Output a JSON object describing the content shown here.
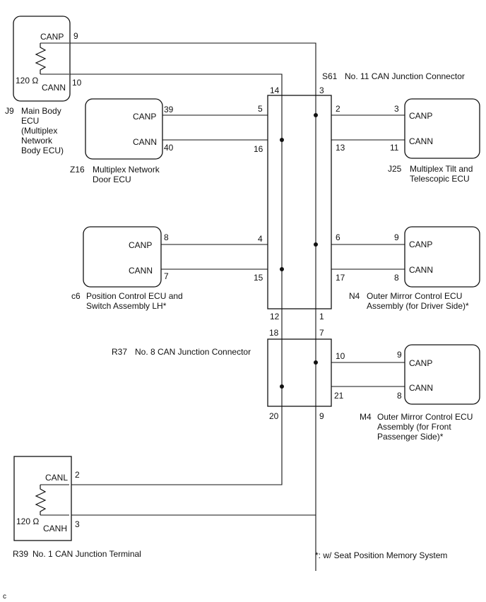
{
  "units": {
    "j9": {
      "code": "J9",
      "name_lines": [
        "Main Body",
        "ECU",
        "(Multiplex",
        "Network",
        "Body ECU)"
      ],
      "pin_labels": [
        "CANP",
        "CANN"
      ],
      "pins": [
        "9",
        "10"
      ],
      "resistance": "120 Ω"
    },
    "z16": {
      "code": "Z16",
      "name_lines": [
        "Multiplex Network",
        "Door ECU"
      ],
      "pin_labels": [
        "CANP",
        "CANN"
      ],
      "pins": [
        "39",
        "40"
      ]
    },
    "c6": {
      "code": "c6",
      "name_lines": [
        "Position Control ECU and",
        "Switch Assembly LH*"
      ],
      "pin_labels": [
        "CANP",
        "CANN"
      ],
      "pins": [
        "8",
        "7"
      ]
    },
    "j25": {
      "code": "J25",
      "name_lines": [
        "Multiplex Tilt and",
        "Telescopic ECU"
      ],
      "pin_labels": [
        "CANP",
        "CANN"
      ],
      "pins": [
        "3",
        "11"
      ]
    },
    "n4": {
      "code": "N4",
      "name_lines": [
        "Outer Mirror Control ECU",
        "Assembly (for Driver Side)*"
      ],
      "pin_labels": [
        "CANP",
        "CANN"
      ],
      "pins": [
        "9",
        "8"
      ]
    },
    "m4": {
      "code": "M4",
      "name_lines": [
        "Outer Mirror Control ECU",
        "Assembly (for Front",
        "Passenger Side)*"
      ],
      "pin_labels": [
        "CANP",
        "CANN"
      ],
      "pins": [
        "9",
        "8"
      ]
    },
    "r39": {
      "code": "R39",
      "name_lines": [
        "No. 1 CAN Junction Terminal"
      ],
      "pin_labels": [
        "CANL",
        "CANH"
      ],
      "pins": [
        "2",
        "3"
      ],
      "resistance": "120 Ω"
    }
  },
  "junctions": {
    "s61": {
      "code": "S61",
      "name": "No. 11 CAN Junction Connector",
      "pins": [
        "14",
        "3",
        "5",
        "2",
        "16",
        "13",
        "4",
        "6",
        "15",
        "17",
        "12",
        "1"
      ]
    },
    "r37": {
      "code": "R37",
      "name": "No. 8 CAN Junction Connector",
      "pins": [
        "18",
        "7",
        "10",
        "21",
        "20",
        "9"
      ]
    }
  },
  "footnote": "*: w/ Seat Position Memory System",
  "corner_mark": "c"
}
